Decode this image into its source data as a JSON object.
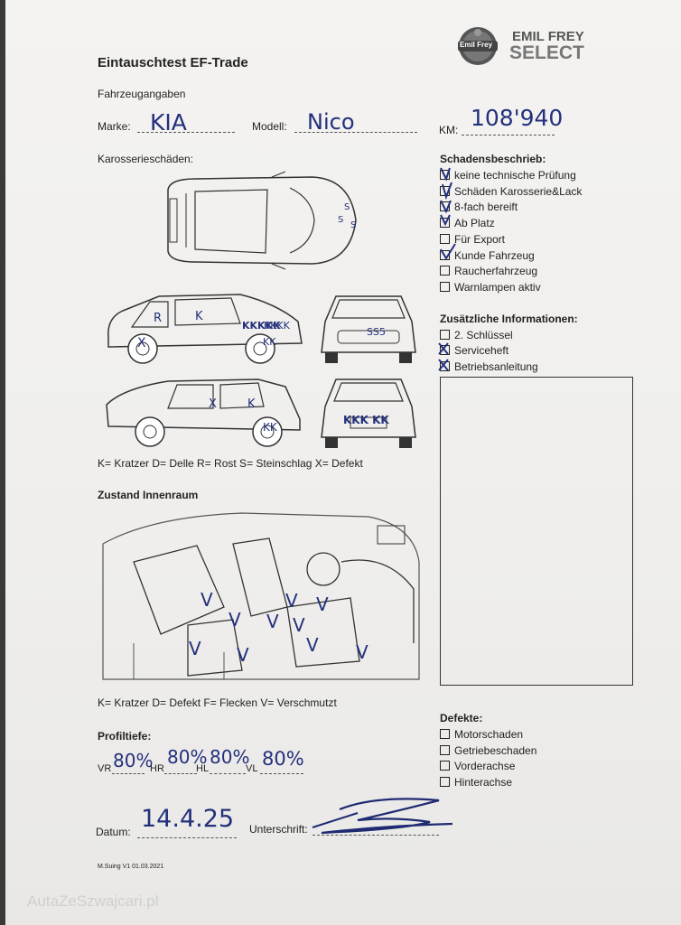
{
  "logo": {
    "wheel_text": "Emil Frey",
    "brand_top": "EMIL FREY",
    "brand_bottom": "SELECT"
  },
  "title": "Eintauschtest EF-Trade",
  "vehicle": {
    "section_label": "Fahrzeugangaben",
    "make_label": "Marke:",
    "make_value": "KIA",
    "model_label": "Modell:",
    "model_value": "Nico",
    "km_label": "KM:",
    "km_value": "108'940"
  },
  "body_damage": {
    "label": "Karosserieschäden:",
    "legend": "K= Kratzer D= Delle R= Rost S= Steinschlag X= Defekt",
    "marks": [
      "S",
      "S",
      "S",
      "R",
      "K",
      "X",
      "KKKKK",
      "KK",
      "KKKK",
      "X",
      "K",
      "KK",
      "KKK KK",
      "SS5"
    ]
  },
  "damage_description": {
    "label": "Schadensbeschrieb:",
    "items": [
      {
        "text": "keine technische Prüfung",
        "checked": true
      },
      {
        "text": "Schäden Karosserie&Lack",
        "checked": true
      },
      {
        "text": "8-fach bereift",
        "checked": true
      },
      {
        "text": "Ab Platz",
        "checked": true
      },
      {
        "text": "Für Export",
        "checked": false
      },
      {
        "text": "Kunde Fahrzeug",
        "checked": true
      },
      {
        "text": "Raucherfahrzeug",
        "checked": false
      },
      {
        "text": "Warnlampen aktiv",
        "checked": false
      }
    ]
  },
  "additional_info": {
    "label": "Zusätzliche Informationen:",
    "items": [
      {
        "text": "2. Schlüssel",
        "checked": false
      },
      {
        "text": "Serviceheft",
        "checked": true
      },
      {
        "text": "Betriebsanleitung",
        "checked": true
      }
    ]
  },
  "interior": {
    "label": "Zustand Innenraum",
    "legend": "K= Kratzer D= Defekt F= Flecken V= Verschmutzt",
    "marks": [
      "V",
      "V",
      "V",
      "V",
      "V",
      "V",
      "V",
      "V",
      "V",
      "V"
    ]
  },
  "tread": {
    "label": "Profiltiefe:",
    "vr_label": "VR",
    "vr_value": "80%",
    "hr_label": "HR",
    "hr_value": "80%",
    "hl_label": "HL",
    "hl_value": "80%",
    "vl_label": "VL",
    "vl_value": "80%"
  },
  "defects": {
    "label": "Defekte:",
    "items": [
      {
        "text": "Motorschaden",
        "checked": false
      },
      {
        "text": "Getriebeschaden",
        "checked": false
      },
      {
        "text": "Vorderachse",
        "checked": false
      },
      {
        "text": "Hinterachse",
        "checked": false
      }
    ]
  },
  "footer": {
    "date_label": "Datum:",
    "date_value": "14.4.25",
    "signature_label": "Unterschrift:",
    "version": "M.Suing V1 01.03.2021"
  },
  "watermark": "AutaZeSzwajcari.pl"
}
